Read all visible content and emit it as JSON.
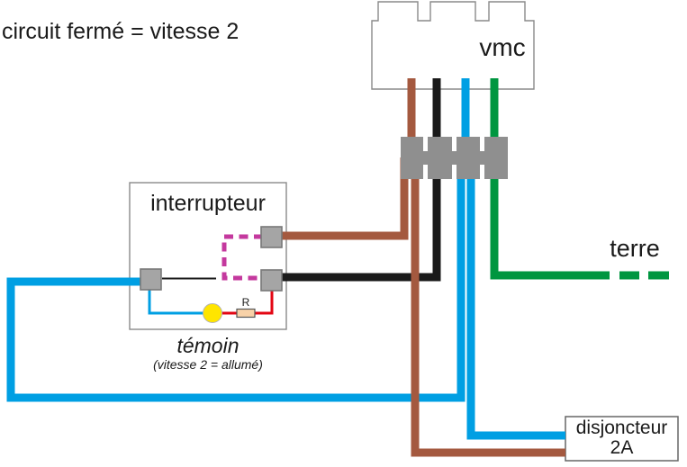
{
  "title": "circuit fermé = vitesse 2",
  "vmc": {
    "label": "vmc"
  },
  "switch": {
    "label": "interrupteur",
    "indicator_label": "témoin",
    "indicator_note": "(vitesse 2 = allumé)",
    "resistor_label": "R"
  },
  "ground": {
    "label": "terre"
  },
  "breaker": {
    "label_line1": "disjoncteur",
    "label_line2": "2A"
  },
  "colors": {
    "brown": "#A4593F",
    "black": "#1A1A1A",
    "blue": "#009FE3",
    "green": "#009640",
    "magenta": "#C4399E",
    "red": "#E30613",
    "yellow": "#FFE500",
    "resistor_beige": "#F8D2A8",
    "connector_gray": "#8F8F8F",
    "terminal_gray": "#A5A5A5",
    "box_border_gray": "#8A8A8A"
  }
}
